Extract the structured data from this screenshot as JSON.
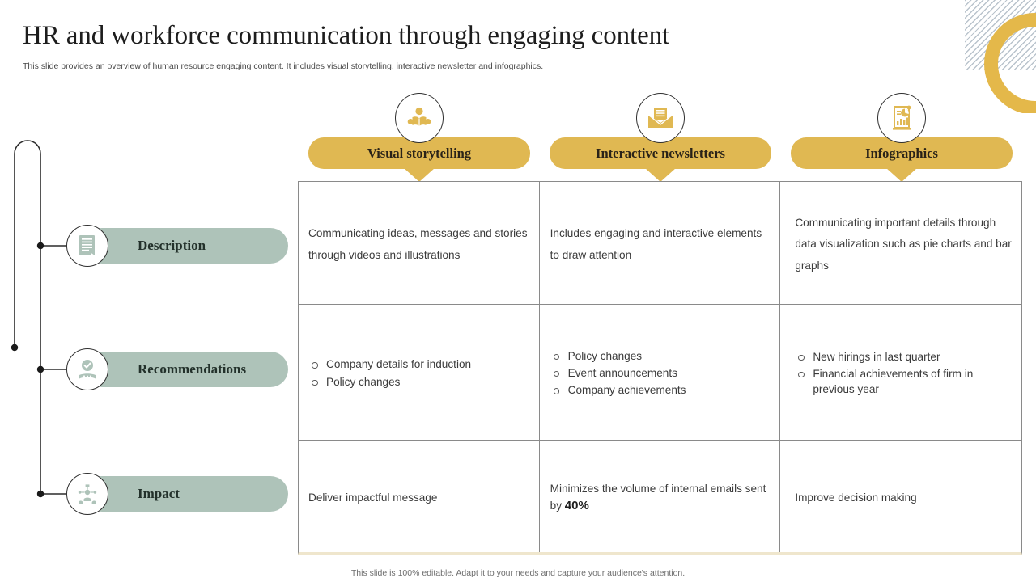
{
  "header": {
    "title": "HR and workforce communication through engaging content",
    "subtitle": "This slide provides an overview of human resource engaging content. It includes visual storytelling, interactive newsletter and infographics."
  },
  "columns": [
    {
      "label": "Visual storytelling",
      "icon": "person-reading-book-icon"
    },
    {
      "label": "Interactive newsletters",
      "icon": "open-envelope-icon"
    },
    {
      "label": "Infographics",
      "icon": "chart-report-icon"
    }
  ],
  "rows": [
    {
      "label": "Description",
      "icon": "document-lines-icon"
    },
    {
      "label": "Recommendations",
      "icon": "check-badge-icon"
    },
    {
      "label": "Impact",
      "icon": "network-people-icon"
    }
  ],
  "cells": {
    "description": {
      "visual_storytelling": "Communicating ideas, messages and stories through videos and illustrations",
      "interactive_newsletters": "Includes engaging and interactive elements to draw attention",
      "infographics": "Communicating important details through data visualization such as pie charts and bar graphs"
    },
    "recommendations": {
      "visual_storytelling": [
        "Company details for induction",
        "Policy changes"
      ],
      "interactive_newsletters": [
        "Policy changes",
        "Event announcements",
        "Company achievements"
      ],
      "infographics": [
        "New hirings in last quarter",
        "Financial achievements of firm in previous year"
      ]
    },
    "impact": {
      "visual_storytelling": "Deliver impactful message",
      "interactive_newsletters_prefix": "Minimizes the volume of internal emails sent by ",
      "interactive_newsletters_stat": "40%",
      "infographics": "Improve decision making"
    }
  },
  "footer": {
    "note": "This slide is 100% editable. Adapt it to your needs and capture your audience's attention."
  },
  "colors": {
    "gold": "#e0b852",
    "sage": "#aec3b9",
    "border": "#8a8a8a",
    "text": "#3b3b3b"
  }
}
